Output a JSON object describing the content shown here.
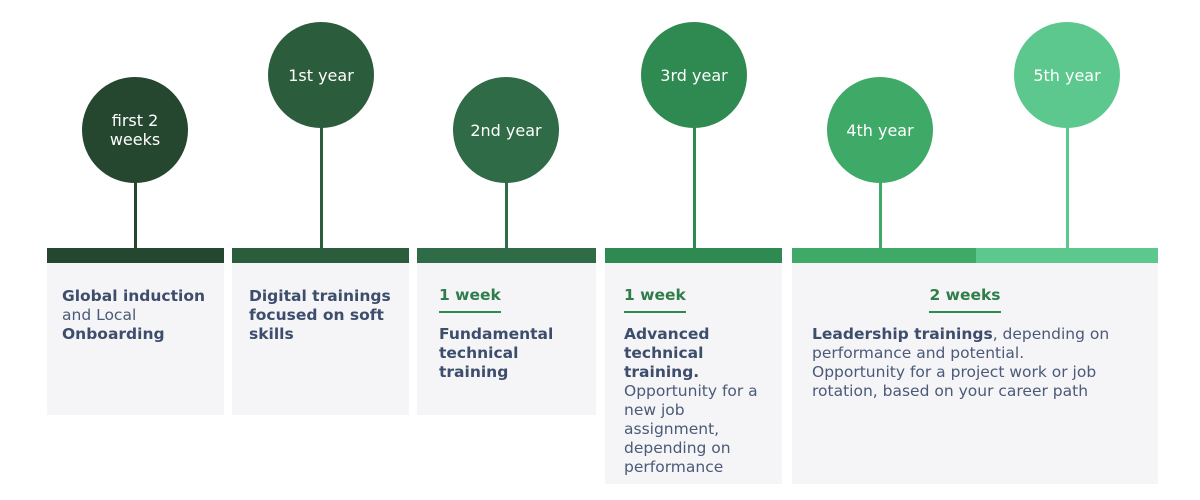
{
  "milestones": [
    {
      "label": "first 2 weeks",
      "color": "#26472f"
    },
    {
      "label": "1st year",
      "color": "#2b5c3c"
    },
    {
      "label": "2nd year",
      "color": "#2e6b46"
    },
    {
      "label": "3rd year",
      "color": "#2f8a52"
    },
    {
      "label": "4th year",
      "color": "#3faa68"
    },
    {
      "label": "5th year",
      "color": "#5cc88e"
    }
  ],
  "panels": [
    {
      "duration": "",
      "bold1": "Global induction",
      "normal1": " and Local ",
      "bold2": "Onboarding",
      "normal2": ""
    },
    {
      "duration": "",
      "bold1": "Digital trainings focused on soft skills",
      "normal1": "",
      "bold2": "",
      "normal2": ""
    },
    {
      "duration": "1 week",
      "bold1": "Fundamental technical training",
      "normal1": "",
      "bold2": "",
      "normal2": ""
    },
    {
      "duration": "1 week",
      "bold1": "Advanced technical training.",
      "normal1": " Opportunity for a new job assignment, depending on performance",
      "bold2": "",
      "normal2": ""
    },
    {
      "duration": "2 weeks",
      "bold1": "Leadership trainings",
      "normal1": ", depending on performance and potential. Opportunity for a project work or job rotation, based on your career path",
      "bold2": "",
      "normal2": ""
    }
  ]
}
